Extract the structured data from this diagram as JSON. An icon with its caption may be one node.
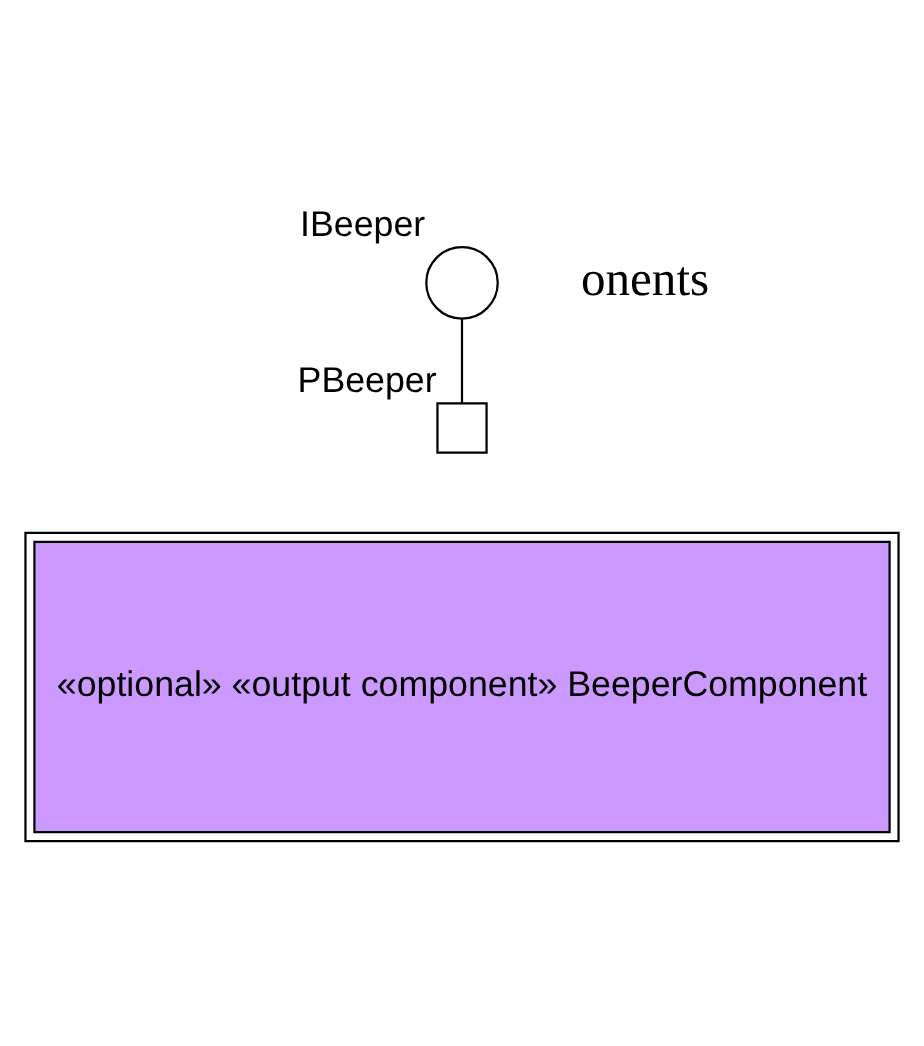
{
  "diagram": {
    "nodes": [
      {
        "text": [
          "IBeeper"
        ]
      },
      {
        "text": [
          "PBeeper"
        ]
      },
      {
        "text": [
          "«optional» «output component» BeeperComponent"
        ]
      }
    ],
    "edges": [
      {
        "from": 0,
        "to": 1,
        "arrow": "none"
      }
    ],
    "labels": [
      "onents"
    ]
  }
}
